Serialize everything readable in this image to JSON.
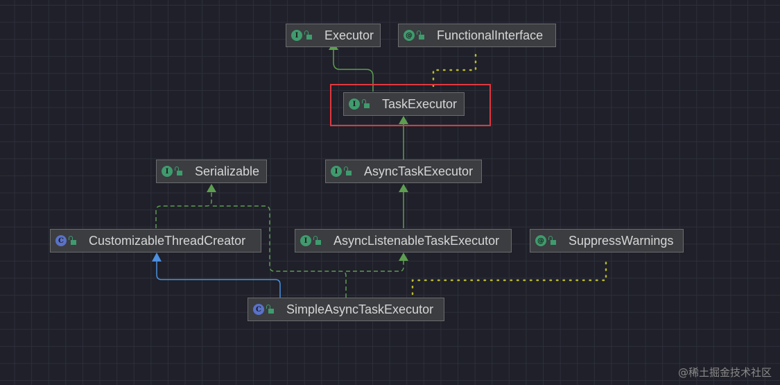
{
  "diagram": {
    "nodes": {
      "executor": {
        "label": "Executor",
        "kind": "I"
      },
      "functional_interface": {
        "label": "FunctionalInterface",
        "kind": "@"
      },
      "task_executor": {
        "label": "TaskExecutor",
        "kind": "I"
      },
      "serializable": {
        "label": "Serializable",
        "kind": "I"
      },
      "async_task_executor": {
        "label": "AsyncTaskExecutor",
        "kind": "I"
      },
      "customizable_thread_creator": {
        "label": "CustomizableThreadCreator",
        "kind": "C"
      },
      "async_listenable_task_executor": {
        "label": "AsyncListenableTaskExecutor",
        "kind": "I"
      },
      "suppress_warnings": {
        "label": "SuppressWarnings",
        "kind": "@"
      },
      "simple_async_task_executor": {
        "label": "SimpleAsyncTaskExecutor",
        "kind": "C"
      }
    },
    "colors": {
      "extends": "#5e9e50",
      "implements_class": "#4d8fe0",
      "annotation": "#b9b92c",
      "highlight": "#e2373f"
    }
  },
  "watermark": "@稀土掘金技术社区"
}
